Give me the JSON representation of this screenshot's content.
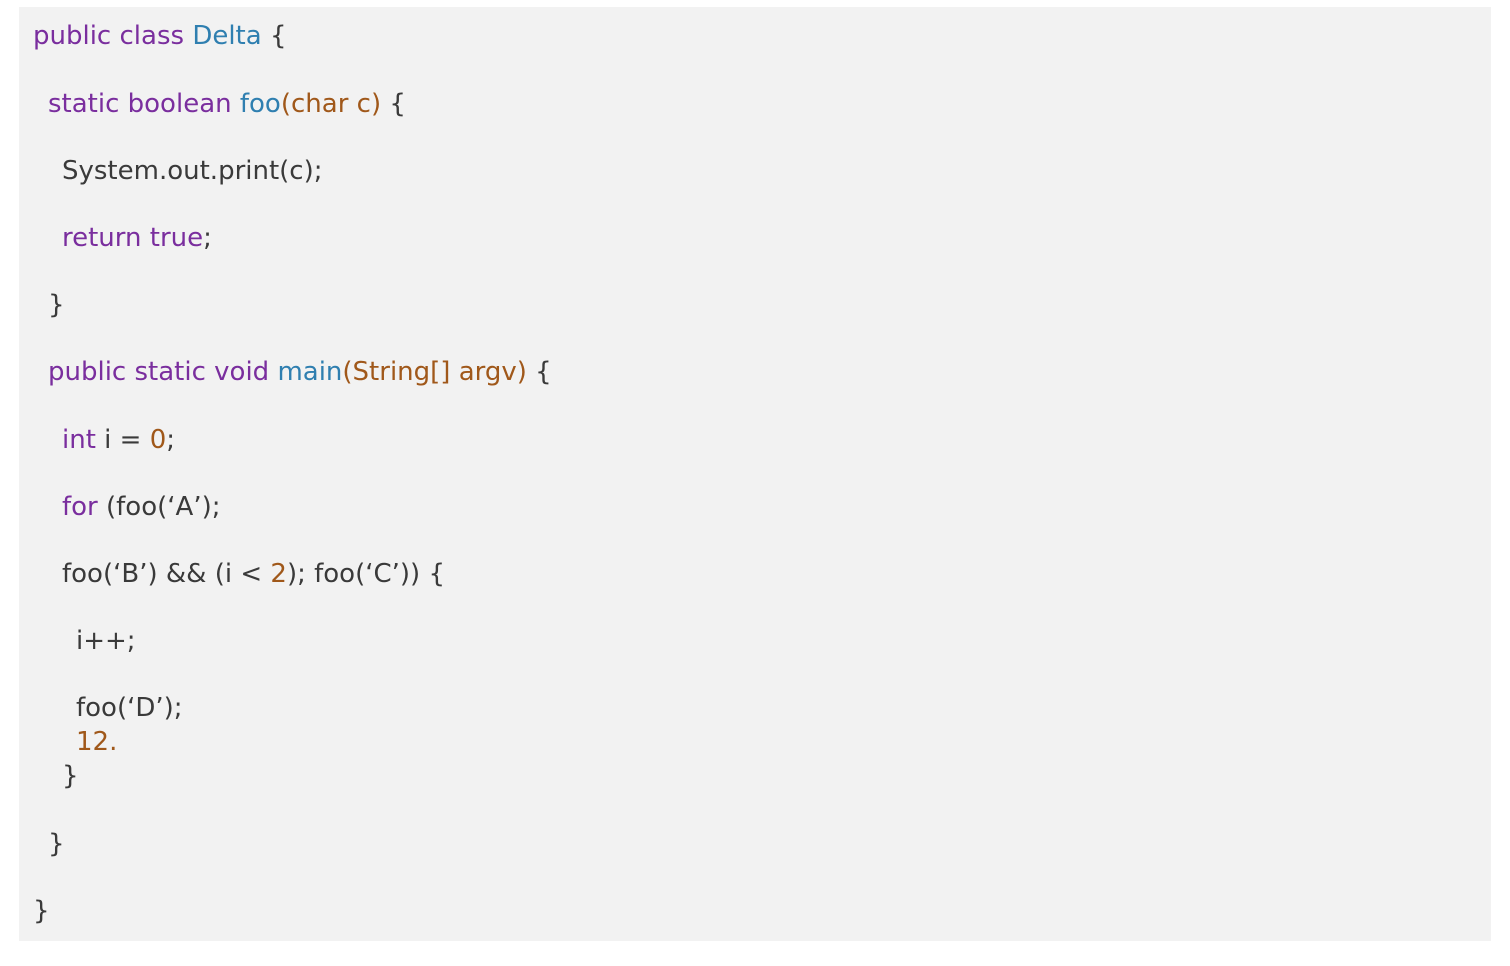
{
  "code": {
    "lines": [
      [
        {
          "text": "public class ",
          "kind": "keyword"
        },
        {
          "text": "Delta",
          "kind": "name"
        },
        {
          "text": " {",
          "kind": "plain"
        }
      ],
      [
        {
          "text": "static boolean ",
          "kind": "keyword"
        },
        {
          "text": "foo",
          "kind": "name"
        },
        {
          "text": "(char c)",
          "kind": "param"
        },
        {
          "text": " {",
          "kind": "plain"
        }
      ],
      [
        {
          "text": "System.out.print(c);",
          "kind": "plain"
        }
      ],
      [
        {
          "text": "return true",
          "kind": "keyword"
        },
        {
          "text": ";",
          "kind": "plain"
        }
      ],
      [
        {
          "text": "}",
          "kind": "plain"
        }
      ],
      [
        {
          "text": "public static void ",
          "kind": "keyword"
        },
        {
          "text": "main",
          "kind": "name"
        },
        {
          "text": "(String[] argv)",
          "kind": "param"
        },
        {
          "text": " {",
          "kind": "plain"
        }
      ],
      [
        {
          "text": "int",
          "kind": "keyword"
        },
        {
          "text": " i = ",
          "kind": "plain"
        },
        {
          "text": "0",
          "kind": "number"
        },
        {
          "text": ";",
          "kind": "plain"
        }
      ],
      [
        {
          "text": "for",
          "kind": "keyword"
        },
        {
          "text": " (foo(‘A’);",
          "kind": "plain"
        }
      ],
      [
        {
          "text": "foo(‘B’) && (i < ",
          "kind": "plain"
        },
        {
          "text": "2",
          "kind": "number"
        },
        {
          "text": "); foo(‘C’)) {",
          "kind": "plain"
        }
      ],
      [
        {
          "text": "i++;",
          "kind": "plain"
        }
      ],
      [
        {
          "text": "foo(‘D’);",
          "kind": "plain"
        }
      ],
      [
        {
          "text": "12.",
          "kind": "number"
        }
      ],
      [
        {
          "text": "}",
          "kind": "plain"
        }
      ],
      [
        {
          "text": "}",
          "kind": "plain"
        }
      ],
      [
        {
          "text": "}",
          "kind": "plain"
        }
      ]
    ]
  }
}
